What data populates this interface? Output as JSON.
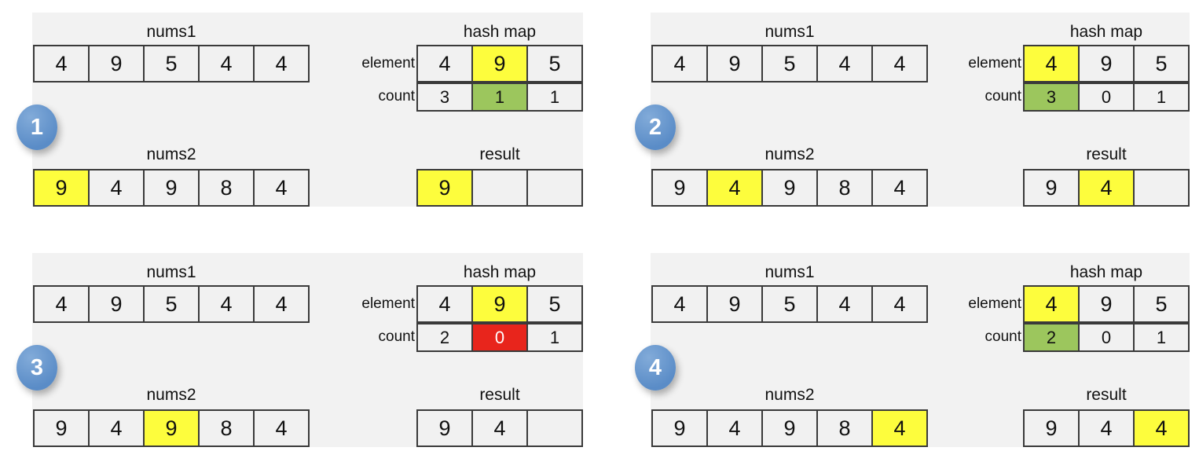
{
  "colors": {
    "page-bg": "#ffffff",
    "panel-bg": "#f2f2f2",
    "cell-bg": "#f1f1f1",
    "border": "#3a3a3a",
    "text": "#111111",
    "highlight-yellow": "#fdfd3d",
    "highlight-green": "#9cc65d",
    "highlight-red": "#e8251c",
    "highlight-red-text": "#ffffff",
    "badge-blue": "#5a8cc7",
    "badge-blue-light": "#82abd9",
    "badge-text": "#ffffff"
  },
  "panels": [
    {
      "badge": "1",
      "nums1": {
        "label": "nums1",
        "cells": [
          {
            "v": "4"
          },
          {
            "v": "9"
          },
          {
            "v": "5"
          },
          {
            "v": "4"
          },
          {
            "v": "4"
          }
        ]
      },
      "hashmap": {
        "label": "hash map",
        "element_label": "element",
        "count_label": "count",
        "element": [
          {
            "v": "4"
          },
          {
            "v": "9",
            "hl": "yellow"
          },
          {
            "v": "5"
          }
        ],
        "count": [
          {
            "v": "3"
          },
          {
            "v": "1",
            "hl": "green"
          },
          {
            "v": "1"
          }
        ]
      },
      "nums2": {
        "label": "nums2",
        "cells": [
          {
            "v": "9",
            "hl": "yellow"
          },
          {
            "v": "4"
          },
          {
            "v": "9"
          },
          {
            "v": "8"
          },
          {
            "v": "4"
          }
        ]
      },
      "result": {
        "label": "result",
        "cells": [
          {
            "v": "9",
            "hl": "yellow"
          },
          {
            "v": ""
          },
          {
            "v": ""
          }
        ]
      }
    },
    {
      "badge": "2",
      "nums1": {
        "label": "nums1",
        "cells": [
          {
            "v": "4"
          },
          {
            "v": "9"
          },
          {
            "v": "5"
          },
          {
            "v": "4"
          },
          {
            "v": "4"
          }
        ]
      },
      "hashmap": {
        "label": "hash map",
        "element_label": "element",
        "count_label": "count",
        "element": [
          {
            "v": "4",
            "hl": "yellow"
          },
          {
            "v": "9"
          },
          {
            "v": "5"
          }
        ],
        "count": [
          {
            "v": "3",
            "hl": "green"
          },
          {
            "v": "0"
          },
          {
            "v": "1"
          }
        ]
      },
      "nums2": {
        "label": "nums2",
        "cells": [
          {
            "v": "9"
          },
          {
            "v": "4",
            "hl": "yellow"
          },
          {
            "v": "9"
          },
          {
            "v": "8"
          },
          {
            "v": "4"
          }
        ]
      },
      "result": {
        "label": "result",
        "cells": [
          {
            "v": "9"
          },
          {
            "v": "4",
            "hl": "yellow"
          },
          {
            "v": ""
          }
        ]
      }
    },
    {
      "badge": "3",
      "nums1": {
        "label": "nums1",
        "cells": [
          {
            "v": "4"
          },
          {
            "v": "9"
          },
          {
            "v": "5"
          },
          {
            "v": "4"
          },
          {
            "v": "4"
          }
        ]
      },
      "hashmap": {
        "label": "hash map",
        "element_label": "element",
        "count_label": "count",
        "element": [
          {
            "v": "4"
          },
          {
            "v": "9",
            "hl": "yellow"
          },
          {
            "v": "5"
          }
        ],
        "count": [
          {
            "v": "2"
          },
          {
            "v": "0",
            "hl": "red"
          },
          {
            "v": "1"
          }
        ]
      },
      "nums2": {
        "label": "nums2",
        "cells": [
          {
            "v": "9"
          },
          {
            "v": "4"
          },
          {
            "v": "9",
            "hl": "yellow"
          },
          {
            "v": "8"
          },
          {
            "v": "4"
          }
        ]
      },
      "result": {
        "label": "result",
        "cells": [
          {
            "v": "9"
          },
          {
            "v": "4"
          },
          {
            "v": ""
          }
        ]
      }
    },
    {
      "badge": "4",
      "nums1": {
        "label": "nums1",
        "cells": [
          {
            "v": "4"
          },
          {
            "v": "9"
          },
          {
            "v": "5"
          },
          {
            "v": "4"
          },
          {
            "v": "4"
          }
        ]
      },
      "hashmap": {
        "label": "hash map",
        "element_label": "element",
        "count_label": "count",
        "element": [
          {
            "v": "4",
            "hl": "yellow"
          },
          {
            "v": "9"
          },
          {
            "v": "5"
          }
        ],
        "count": [
          {
            "v": "2",
            "hl": "green"
          },
          {
            "v": "0"
          },
          {
            "v": "1"
          }
        ]
      },
      "nums2": {
        "label": "nums2",
        "cells": [
          {
            "v": "9"
          },
          {
            "v": "4"
          },
          {
            "v": "9"
          },
          {
            "v": "8"
          },
          {
            "v": "4",
            "hl": "yellow"
          }
        ]
      },
      "result": {
        "label": "result",
        "cells": [
          {
            "v": "9"
          },
          {
            "v": "4"
          },
          {
            "v": "4",
            "hl": "yellow"
          }
        ]
      }
    }
  ]
}
